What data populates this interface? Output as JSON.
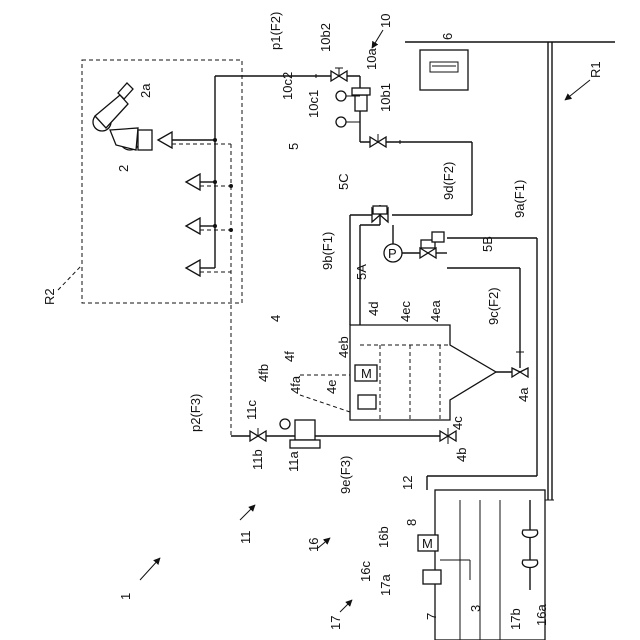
{
  "labels": {
    "system": "1",
    "robot": "2",
    "robot_tool": "2a",
    "tank_main": "3",
    "tank4": "4",
    "tank4_bottom": "4a",
    "tank4_valve": "4b",
    "tank4_outlet": "4c",
    "tank4_top": "4d",
    "tank4_motor": "4e",
    "tank4_group": "4f",
    "tank4_sub_b": "4fb",
    "tank4_sub_a": "4fa",
    "tank4_eb": "4eb",
    "tank4_ec": "4ec",
    "tank4_ea": "4ea",
    "pump_unit": "5",
    "pump_5a": "5A",
    "pump_5b": "5B",
    "pump_5c": "5C",
    "cabinet": "6",
    "tank_inlet": "7",
    "tank_port": "8",
    "line_9a": "9a(F1)",
    "line_9b": "9b(F1)",
    "line_9c": "9c(F2)",
    "line_9d": "9d(F2)",
    "line_9e": "9e(F3)",
    "station10": "10",
    "v10a": "10a",
    "v10b1": "10b1",
    "v10b2": "10b2",
    "g10c1": "10c1",
    "g10c2": "10c2",
    "station11": "11",
    "v11a": "11a",
    "v11b": "11b",
    "g11c": "11c",
    "sensor12": "12",
    "mixer16": "16",
    "mixer16a": "16a",
    "mixer16b": "16b",
    "mixer16c": "16c",
    "unit17": "17",
    "unit17a": "17a",
    "unit17b": "17b",
    "p1": "p1(F2)",
    "p2": "p2(F3)",
    "r1": "R1",
    "r2": "R2"
  },
  "symbols": {
    "motor": "M",
    "pump": "P"
  }
}
